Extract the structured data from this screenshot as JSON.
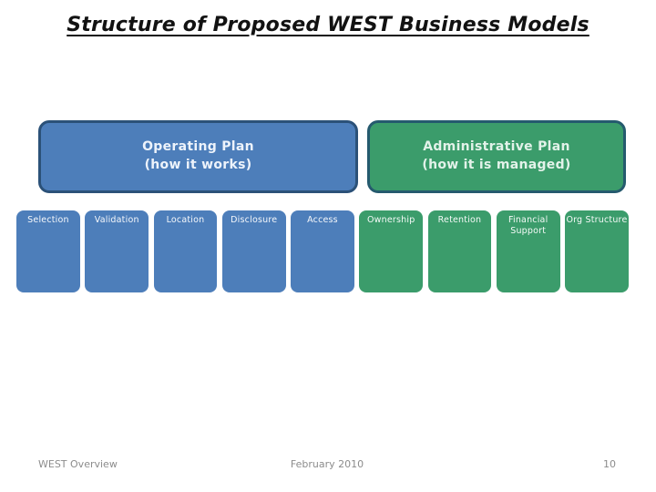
{
  "slide": {
    "title": "Structure of Proposed WEST Business Models",
    "operating_plan": {
      "title": "Operating Plan",
      "subtitle": "(how it works)"
    },
    "administrative_plan": {
      "title": "Administrative Plan",
      "subtitle": "(how it is managed)"
    },
    "cards": [
      {
        "label": "Selection",
        "group": "operating"
      },
      {
        "label": "Validation",
        "group": "operating"
      },
      {
        "label": "Location",
        "group": "operating"
      },
      {
        "label": "Disclosure",
        "group": "operating"
      },
      {
        "label": "Access",
        "group": "operating"
      },
      {
        "label": "Ownership",
        "group": "admin"
      },
      {
        "label": "Retention",
        "group": "admin"
      },
      {
        "label": "Financial Support",
        "group": "admin"
      },
      {
        "label": "Org Structure",
        "group": "admin"
      }
    ],
    "footer": {
      "left": "WEST Overview",
      "center": "February 2010",
      "page_number": "10"
    },
    "colors": {
      "operating_fill": "#4d7eba",
      "operating_border": "#2b5178",
      "admin_fill": "#3b9c6b",
      "admin_border": "#255a6e",
      "footer_text": "#8c8c8c"
    }
  }
}
